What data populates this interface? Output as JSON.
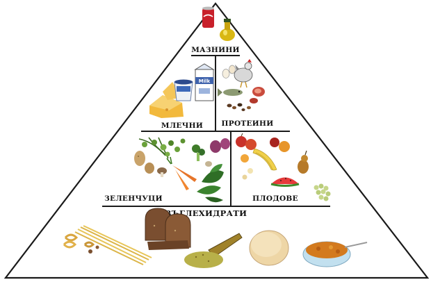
{
  "pyramid": {
    "levels": {
      "fats": {
        "label": "МАЗНИНИ",
        "icons": [
          "cola-can-icon",
          "oil-bottle-icon"
        ]
      },
      "dairy": {
        "label": "МЛЕЧНИ",
        "icons": [
          "cheese-icon",
          "yogurt-cup-icon",
          "milk-carton-icon"
        ]
      },
      "proteins": {
        "label": "ПРОТЕИНИ",
        "icons": [
          "chicken-icon",
          "fish-icon",
          "egg-icon",
          "meat-icon",
          "beans-icon"
        ]
      },
      "vegetables": {
        "label": "ЗЕЛЕНЧУЦИ",
        "icons": [
          "herbs-icon",
          "carrot-icon",
          "potato-icon",
          "broccoli-icon",
          "onion-icon",
          "mushroom-icon",
          "spinach-icon"
        ]
      },
      "fruits": {
        "label": "ПЛОДОВЕ",
        "icons": [
          "apple-icon",
          "banana-icon",
          "pear-icon",
          "watermelon-icon",
          "grapes-icon",
          "orange-icon"
        ]
      },
      "carbs": {
        "label": "ВЪГЛЕХИДРАТИ",
        "icons": [
          "pasta-icon",
          "bread-icon",
          "grain-scoop-icon",
          "tortilla-icon",
          "cereal-bowl-icon"
        ]
      }
    },
    "colors": {
      "outline": "#1a1a1a",
      "background": "#ffffff"
    }
  }
}
